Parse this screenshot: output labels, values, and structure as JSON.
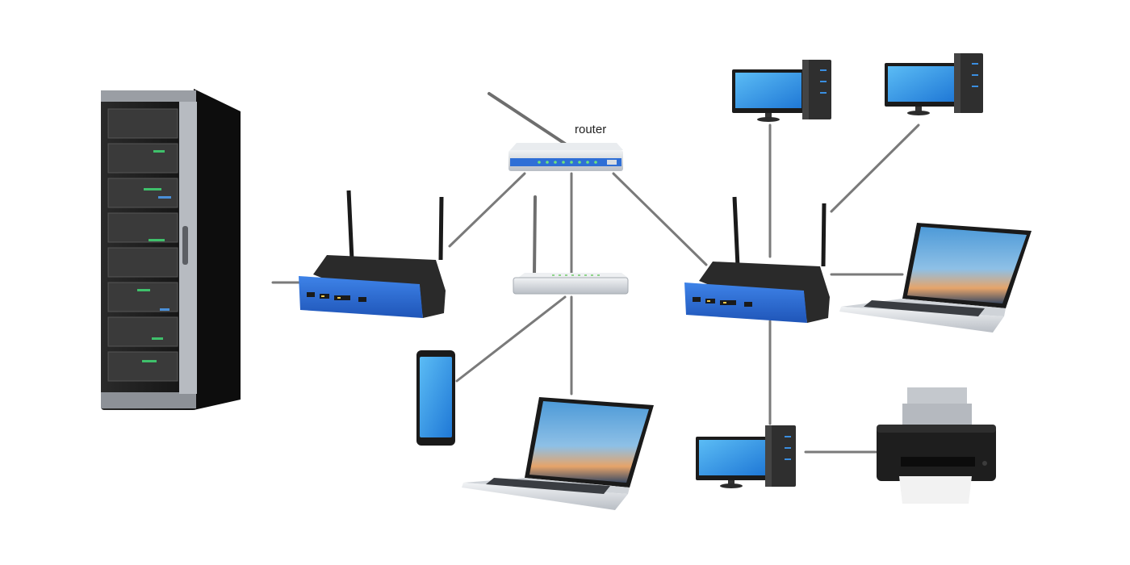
{
  "diagram": {
    "router_label": "router",
    "colors": {
      "background": "#ffffff",
      "cable": "#7a7a7a",
      "router_blue": "#2f6fd6",
      "screen_blue": "#2a8ee6",
      "dark_body": "#2b2b2b",
      "server_body": "#1c1c1c",
      "silver": "#d9dde2"
    },
    "devices": [
      {
        "name": "server-rack",
        "icon": "server-rack-icon"
      },
      {
        "name": "wireless-router-left",
        "icon": "wireless-router-icon"
      },
      {
        "name": "router-top",
        "icon": "router-icon"
      },
      {
        "name": "network-switch",
        "icon": "switch-icon"
      },
      {
        "name": "wireless-router-right",
        "icon": "wireless-router-icon"
      },
      {
        "name": "desktop-top-left",
        "icon": "desktop-computer-icon"
      },
      {
        "name": "desktop-top-right",
        "icon": "desktop-computer-icon"
      },
      {
        "name": "laptop-right",
        "icon": "laptop-icon"
      },
      {
        "name": "smartphone",
        "icon": "smartphone-icon"
      },
      {
        "name": "laptop-bottom",
        "icon": "laptop-icon"
      },
      {
        "name": "desktop-bottom",
        "icon": "desktop-computer-icon"
      },
      {
        "name": "printer",
        "icon": "printer-icon"
      }
    ]
  }
}
